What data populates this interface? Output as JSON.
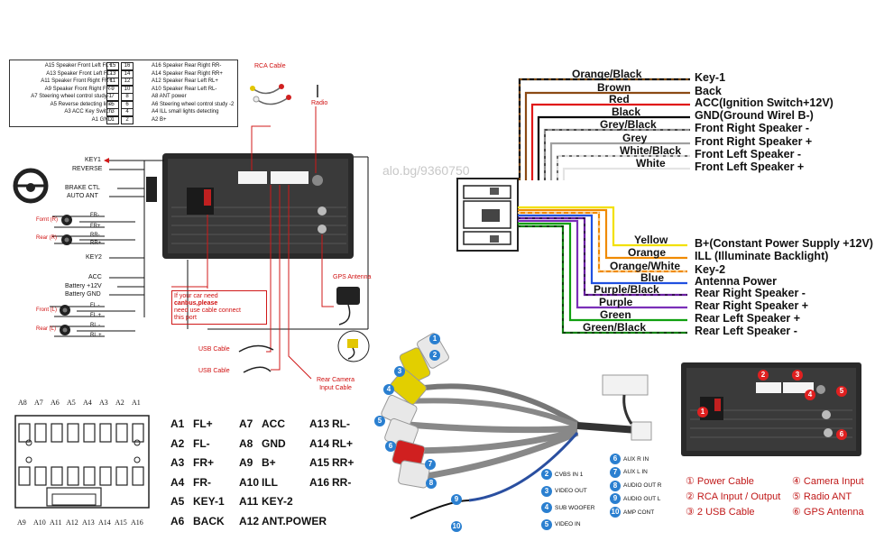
{
  "watermark": "alo.bg/9360750",
  "iso_box": {
    "left": [
      "A15 Speaker Front Left FL+",
      "A13 Speaker Front Left FL-",
      "A11 Speaker Front Right FR+",
      "A9 Speaker Front Right FR-",
      "A7 Steering wheel control study-1",
      "A5 Reverse detecting line",
      "A3 ACC Key Switch",
      "A1 GND"
    ],
    "right": [
      "A16 Speaker Rear Right RR-",
      "A14 Speaker Rear Right RR+",
      "A12 Speaker Rear Left RL+",
      "A10 Speaker Rear Left RL-",
      "A8 ANT power",
      "A6 Steering wheel control study -2",
      "A4 ILL small lights detecting",
      "A2 B+"
    ],
    "left_nums": [
      "15",
      "13",
      "11",
      "9",
      "7",
      "5",
      "3",
      "1"
    ],
    "right_nums": [
      "16",
      "14",
      "12",
      "10",
      "8",
      "6",
      "4",
      "2"
    ]
  },
  "left_labels": {
    "rca_cable": "RCA Cable",
    "radio": "Radio",
    "key1": "KEY1",
    "reverse": "REVERSE",
    "brake": "BRAKE CTL",
    "auto_ant": "AUTO ANT",
    "fr_front_r": "Fornt (R)",
    "fr_rear_r": "Rear (R)",
    "fr_minus": "FR-",
    "fr_plus": "FR+",
    "rr_minus": "RR-",
    "rr_plus": "RR+",
    "key2": "KEY2",
    "acc": "ACC",
    "battery": "Battery +12V",
    "battery_gnd": "Battery GND",
    "front_l": "Front (L)",
    "rear_l": "Rear (L)",
    "fl_minus": "FL -",
    "fl_plus": "FL +",
    "rl_minus": "RL -",
    "rl_plus": "RL +",
    "canbus_note": [
      "If your car need",
      "canbus,please",
      "need use cable connect",
      "this port"
    ],
    "usb1": "USB Cable",
    "usb2": "USB Cable",
    "gps": "GPS Antenna",
    "rear_cam": [
      "Rear Camera",
      "Input Cable"
    ]
  },
  "wires": [
    {
      "label": "Orange/Black",
      "func": "Key-1",
      "color": "#000000",
      "accent": "#f08a00"
    },
    {
      "label": "Brown",
      "func": "Back",
      "color": "#8b4a14",
      "accent": ""
    },
    {
      "label": "Red",
      "func": "ACC(Ignition Switch+12V)",
      "color": "#e01818",
      "accent": ""
    },
    {
      "label": "Black",
      "func": "GND(Ground Wirel B-)",
      "color": "#000000",
      "accent": ""
    },
    {
      "label": "Grey/Black",
      "func": "Front Right Speaker -",
      "color": "#909090",
      "accent": "#000000"
    },
    {
      "label": "Grey",
      "func": "Front Right Speaker +",
      "color": "#a0a0a0",
      "accent": ""
    },
    {
      "label": "White/Black",
      "func": "Front Left Speaker -",
      "color": "#d8d8d8",
      "accent": "#000000"
    },
    {
      "label": "White",
      "func": "Front Left Speaker +",
      "color": "#e4e4e4",
      "accent": ""
    },
    {
      "label": "Yellow",
      "func": "B+(Constant Power Supply +12V)",
      "color": "#f2e000",
      "accent": ""
    },
    {
      "label": "Orange",
      "func": "ILL (Illuminate Backlight)",
      "color": "#f08a00",
      "accent": ""
    },
    {
      "label": "Orange/White",
      "func": "Key-2",
      "color": "#f08a00",
      "accent": "#ffffff"
    },
    {
      "label": "Blue",
      "func": "Antenna Power",
      "color": "#2050e0",
      "accent": ""
    },
    {
      "label": "Purple/Black",
      "func": "Rear Right Speaker -",
      "color": "#6a1fa0",
      "accent": "#000000"
    },
    {
      "label": "Purple",
      "func": "Rear Right Speaker +",
      "color": "#7a2fb8",
      "accent": ""
    },
    {
      "label": "Green",
      "func": "Rear Left Speaker +",
      "color": "#10a010",
      "accent": ""
    },
    {
      "label": "Green/Black",
      "func": "Rear Left Speaker -",
      "color": "#108010",
      "accent": "#000000"
    }
  ],
  "pin_top": [
    "A8",
    "A7",
    "A6",
    "A5",
    "A4",
    "A3",
    "A2",
    "A1"
  ],
  "pin_bottom": [
    "A9",
    "A10",
    "A11",
    "A12",
    "A13",
    "A14",
    "A15",
    "A16"
  ],
  "pin_table": [
    [
      "A1",
      "FL+"
    ],
    [
      "A2",
      "FL-"
    ],
    [
      "A3",
      "FR+"
    ],
    [
      "A4",
      "FR-"
    ],
    [
      "A5",
      "KEY-1"
    ],
    [
      "A6",
      "BACK"
    ],
    [
      "A7",
      "ACC"
    ],
    [
      "A8",
      "GND"
    ],
    [
      "A9",
      "B+"
    ],
    [
      "A10",
      "ILL"
    ],
    [
      "A11",
      "KEY-2"
    ],
    [
      "A12",
      "ANT.POWER"
    ],
    [
      "A13",
      "RL-"
    ],
    [
      "A14",
      "RL+"
    ],
    [
      "A15",
      "RR+"
    ],
    [
      "A16",
      "RR-"
    ]
  ],
  "rca_legend": [
    {
      "n": "2",
      "t": "CVBS IN 1"
    },
    {
      "n": "3",
      "t": "VIDEO OUT"
    },
    {
      "n": "4",
      "t": "SUB WOOFER"
    },
    {
      "n": "5",
      "t": "VIDEO IN"
    },
    {
      "n": "6",
      "t": "AUX R IN"
    },
    {
      "n": "7",
      "t": "AUX L IN"
    },
    {
      "n": "8",
      "t": "AUDIO OUT R"
    },
    {
      "n": "9",
      "t": "AUDIO OUT L"
    },
    {
      "n": "10",
      "t": "AMP CONT"
    }
  ],
  "rca_bubbles": [
    "1",
    "2",
    "3",
    "4",
    "5",
    "6",
    "7",
    "8",
    "9",
    "10"
  ],
  "unit_numbers": [
    "1",
    "2",
    "3",
    "4",
    "5",
    "6"
  ],
  "legend": [
    {
      "n": "1",
      "t": "Power Cable"
    },
    {
      "n": "2",
      "t": "RCA Input / Output"
    },
    {
      "n": "3",
      "t": "2 USB Cable"
    },
    {
      "n": "4",
      "t": "Camera Input"
    },
    {
      "n": "5",
      "t": "Radio ANT"
    },
    {
      "n": "6",
      "t": "GPS Antenna"
    }
  ]
}
